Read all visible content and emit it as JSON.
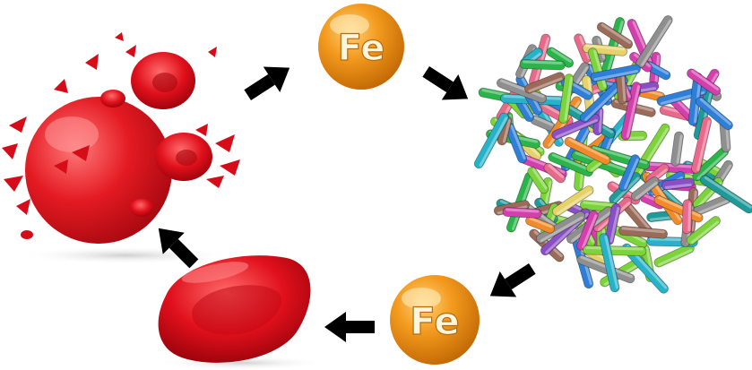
{
  "diagram": {
    "nodes": [
      {
        "id": "hemolysis",
        "kind": "ruptured-red-blood-cells"
      },
      {
        "id": "iron-top",
        "kind": "iron-sphere",
        "label": "Fe"
      },
      {
        "id": "ferritin",
        "kind": "ferritin-protein-cage"
      },
      {
        "id": "iron-bottom",
        "kind": "iron-sphere",
        "label": "Fe"
      },
      {
        "id": "erythrocyte",
        "kind": "red-blood-cell"
      }
    ],
    "flow": [
      "hemolysis",
      "iron-top",
      "ferritin",
      "iron-bottom",
      "erythrocyte",
      "hemolysis"
    ],
    "colors": {
      "arrow": "#000000",
      "iron_sphere": "#f39a1e",
      "blood_cell": "#e0101c",
      "ferritin_palette": [
        "#26b3c9",
        "#2f7fd8",
        "#8a4fc4",
        "#d43fae",
        "#2bb44a",
        "#7cd33a",
        "#e6d26a",
        "#9b6b5a",
        "#8f8f8f",
        "#1f9a9a",
        "#f08a2a",
        "#e86a8a"
      ]
    }
  }
}
